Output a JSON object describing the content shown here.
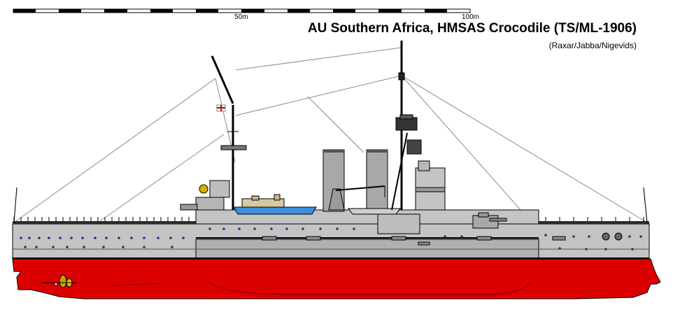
{
  "header": {
    "title": "AU Southern Africa, HMSAS Crocodile (TS/ML-1906)",
    "credits": "(Raxar/Jabba/Nigevids)"
  },
  "scale_bar": {
    "mid_label": "50m",
    "end_label": "100m"
  },
  "colors": {
    "hull_red": "#dd0000",
    "hull_grey": "#c4c4c4",
    "funnel_grey": "#a8a8a8",
    "boat_blue": "#3b8fe0",
    "rigging": "#888888",
    "outline": "#000000"
  },
  "figure": {
    "subject": "battleship-profile-drawing"
  }
}
